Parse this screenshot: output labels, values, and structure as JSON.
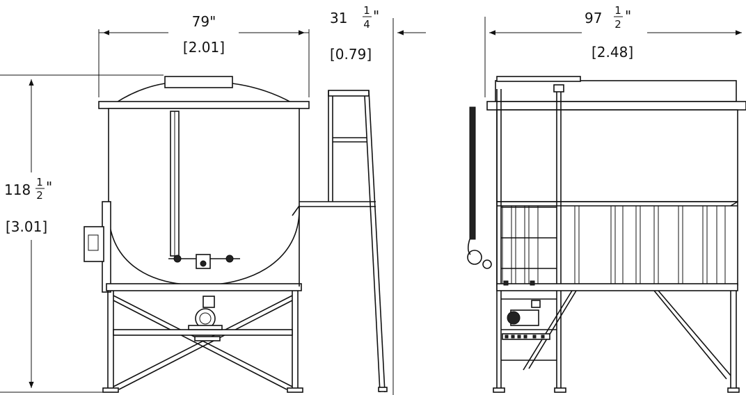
{
  "dimensions": {
    "front_width": {
      "value": "79\"",
      "metric": "[2.01]"
    },
    "side_depth": {
      "whole": "31",
      "num": "1",
      "den": "4",
      "unit": "\"",
      "metric": "[0.79]"
    },
    "height": {
      "whole": "118",
      "num": "1",
      "den": "2",
      "unit": "\"",
      "metric": "[3.01]"
    },
    "right_width": {
      "whole": "97",
      "num": "1",
      "den": "2",
      "unit": "\"",
      "metric": "[2.48]"
    }
  }
}
